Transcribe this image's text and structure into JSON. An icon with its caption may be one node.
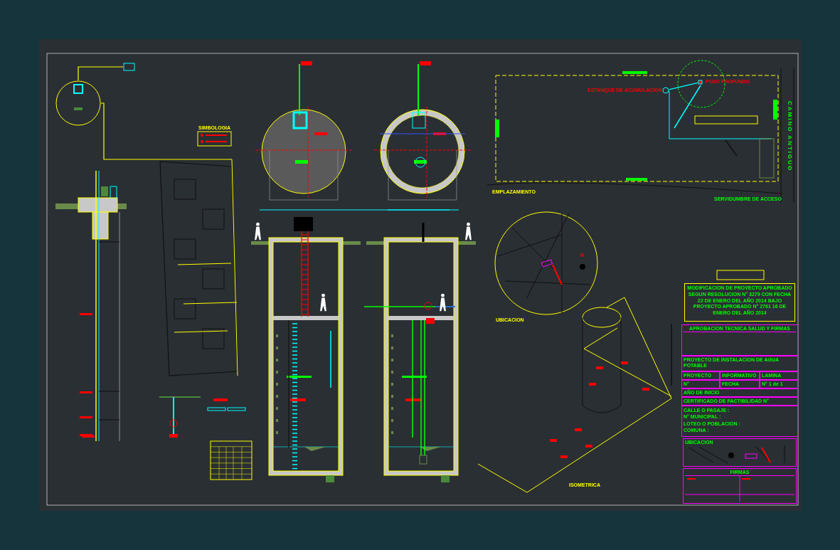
{
  "diagram": {
    "nodes": [
      {
        "text": [
          "MODIFICACION DE PROYECTO APROBADO SEGUN RESOLUCION N° 3279 CON FECHA 22 DE ENERO DEL AÑO 2014 BAJO PROYECTO APROBADO N° 2761 16 DE ENERO DEL AÑO 2014"
        ]
      },
      {
        "text": [
          "APROBACION TECNICA SALUD Y FIRMAS"
        ]
      },
      {
        "text": [
          "PROYECTO DE INSTALACION DE AGUA POTABLE"
        ]
      },
      {
        "text": [
          "PROYECTO"
        ]
      },
      {
        "text": [
          "INFORMATIVO"
        ]
      },
      {
        "text": [
          "LAMINA"
        ]
      },
      {
        "text": [
          "N°"
        ]
      },
      {
        "text": [
          "FECHA"
        ]
      },
      {
        "text": [
          "N° 1 de 1"
        ]
      },
      {
        "text": [
          "AÑO DE INICIO"
        ]
      },
      {
        "text": [
          "CERTIFICADO DE FACTIBILIDAD N°"
        ]
      },
      {
        "text": [
          "CALLE O PASAJE :",
          "N° MUNICIPAL :",
          "LOTEO O POBLACION :",
          "COMUNA :"
        ]
      },
      {
        "text": [
          "UBICACION"
        ]
      },
      {
        "text": [
          "FIRMAS"
        ]
      },
      {
        "text": [],
        "shape": "box"
      },
      {
        "text": [],
        "shape": "circle"
      },
      {
        "text": [],
        "shape": "picture"
      },
      {
        "text": [],
        "shape": "circle"
      },
      {
        "text": [],
        "shape": "box"
      }
    ],
    "edges": [
      {
        "from": 14,
        "to": 15,
        "arrow": "none"
      },
      {
        "from": 15,
        "to": 16,
        "arrow": "none"
      },
      {
        "from": 17,
        "to": 18,
        "arrow": "none",
        "color": "#00ffff"
      }
    ],
    "labels": [
      "SIMBOLOGIA",
      "POZO PROFUNDO",
      "ESTANQUE DE ACUMULACION",
      "EMPLAZAMIENTO",
      "SERVIDUMBRE DE ACCESO",
      "CAMINO ANTIGUO",
      "UBICACION",
      "N",
      "ISOMETRICA"
    ]
  }
}
